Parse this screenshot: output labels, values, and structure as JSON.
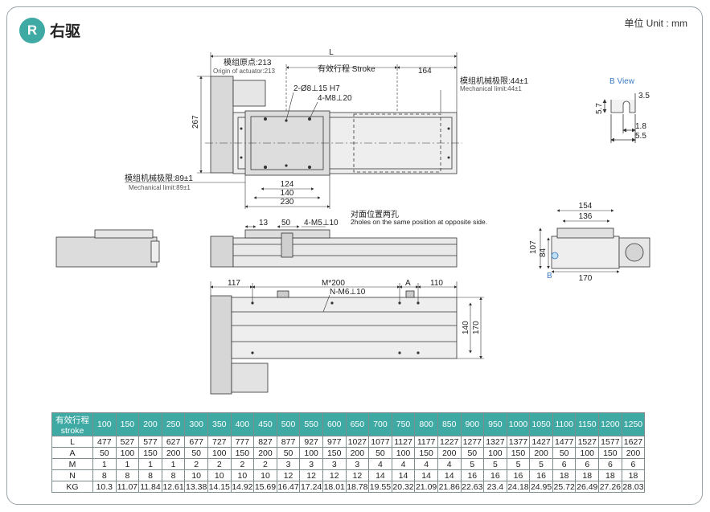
{
  "header": {
    "badge": "R",
    "title": "右驱",
    "unit": "单位 Unit : mm"
  },
  "top_view": {
    "L": "L",
    "origin_cn": "模组原点:213",
    "origin_en": "Origin of actuator:213",
    "stroke": "有效行程  Stroke",
    "d164": "164",
    "limit_right_cn": "模组机械极限:44±1",
    "limit_right_en": "Mechanical limit:44±1",
    "hole1": "2-Ø8⊥15 H7",
    "hole2": "4-M8⊥20",
    "d267": "267",
    "limit_left_cn": "模组机械极限:89±1",
    "limit_left_en": "Mechanical limit:89±1",
    "d124": "124",
    "d140": "140",
    "d230": "230"
  },
  "b_view": {
    "title": "B  View",
    "d35": "3.5",
    "d57": "5.7",
    "d18": "1.8",
    "d55": "5.5"
  },
  "side_view": {
    "d13": "13",
    "d50": "50",
    "hole": "4-M5⊥10",
    "note_cn": "对面位置两孔",
    "note_en": "2holes on the same position at opposite side."
  },
  "end_view": {
    "d154": "154",
    "d136": "136",
    "d107": "107",
    "d84": "84",
    "d170": "170",
    "b": "B"
  },
  "bottom_view": {
    "d117": "117",
    "m200": "M*200",
    "a": "A",
    "d110": "110",
    "nm6": "N-M6⊥10",
    "d140": "140",
    "d170": "170"
  },
  "table": {
    "header_label": [
      "有效行程",
      "stroke"
    ],
    "strokes": [
      "100",
      "150",
      "200",
      "250",
      "300",
      "350",
      "400",
      "450",
      "500",
      "550",
      "600",
      "650",
      "700",
      "750",
      "800",
      "850",
      "900",
      "950",
      "1000",
      "1050",
      "1100",
      "1150",
      "1200",
      "1250"
    ],
    "rows": [
      {
        "label": "L",
        "values": [
          "477",
          "527",
          "577",
          "627",
          "677",
          "727",
          "777",
          "827",
          "877",
          "927",
          "977",
          "1027",
          "1077",
          "1127",
          "1177",
          "1227",
          "1277",
          "1327",
          "1377",
          "1427",
          "1477",
          "1527",
          "1577",
          "1627"
        ]
      },
      {
        "label": "A",
        "values": [
          "50",
          "100",
          "150",
          "200",
          "50",
          "100",
          "150",
          "200",
          "50",
          "100",
          "150",
          "200",
          "50",
          "100",
          "150",
          "200",
          "50",
          "100",
          "150",
          "200",
          "50",
          "100",
          "150",
          "200"
        ]
      },
      {
        "label": "M",
        "values": [
          "1",
          "1",
          "1",
          "1",
          "2",
          "2",
          "2",
          "2",
          "3",
          "3",
          "3",
          "3",
          "4",
          "4",
          "4",
          "4",
          "5",
          "5",
          "5",
          "5",
          "6",
          "6",
          "6",
          "6"
        ]
      },
      {
        "label": "N",
        "values": [
          "8",
          "8",
          "8",
          "8",
          "10",
          "10",
          "10",
          "10",
          "12",
          "12",
          "12",
          "12",
          "14",
          "14",
          "14",
          "14",
          "16",
          "16",
          "16",
          "16",
          "18",
          "18",
          "18",
          "18"
        ]
      },
      {
        "label": "KG",
        "values": [
          "10.3",
          "11.07",
          "11.84",
          "12.61",
          "13.38",
          "14.15",
          "14.92",
          "15.69",
          "16.47",
          "17.24",
          "18.01",
          "18.78",
          "19.55",
          "20.32",
          "21.09",
          "21.86",
          "22.63",
          "23.4",
          "24.18",
          "24.95",
          "25.72",
          "26.49",
          "27.26",
          "28.03"
        ]
      }
    ]
  }
}
